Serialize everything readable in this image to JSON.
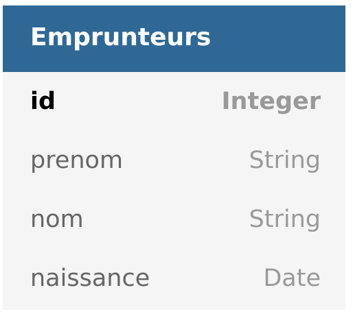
{
  "entity": {
    "title": "Emprunteurs",
    "header_color": "#306895",
    "fields": [
      {
        "name": "id",
        "type": "Integer",
        "primary_key": true
      },
      {
        "name": "prenom",
        "type": "String",
        "primary_key": false
      },
      {
        "name": "nom",
        "type": "String",
        "primary_key": false
      },
      {
        "name": "naissance",
        "type": "Date",
        "primary_key": false
      }
    ]
  }
}
